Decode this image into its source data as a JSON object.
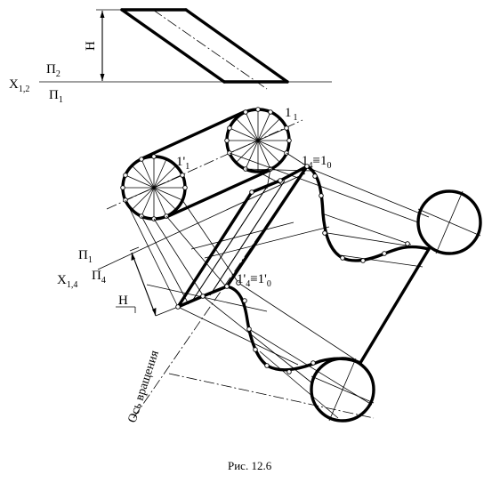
{
  "labels": {
    "x12_main": "X",
    "x12_sub": "1,2",
    "p2_main": "П",
    "p2_sub": "2",
    "p1_top_main": "П",
    "p1_top_sub": "1",
    "h_top": "Н",
    "pt1_1_main": "1",
    "pt1_1_sub": "1",
    "pt1p_1_main": "1'",
    "pt1p_1_sub": "1",
    "pt14_a": "1",
    "pt14_a_sub": "4",
    "pt14_eq": "≡1",
    "pt14_eq_sub": "0",
    "p1_low_main": "П",
    "p1_low_sub": "1",
    "x14_main": "X",
    "x14_sub": "1,4",
    "p4_main": "П",
    "p4_sub": "4",
    "h_low": "Н",
    "pt14p_a": "1'",
    "pt14p_a_sub": "4",
    "pt14p_eq": "≡1'",
    "pt14p_eq_sub": "0",
    "axis_label": "Ось вращения",
    "caption": "Рис. 12.6"
  }
}
